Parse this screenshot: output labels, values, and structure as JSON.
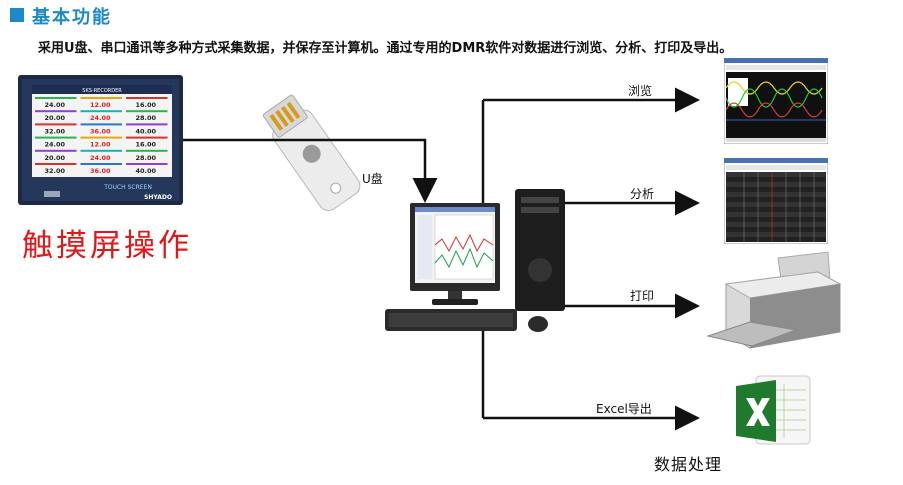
{
  "header": {
    "title": "基本功能",
    "subtitle": "采用U盘、串口通讯等多种方式采集数据，并保存至计算机。通过专用的DMR软件对数据进行浏览、分析、打印及导出。"
  },
  "recorder": {
    "label": "触摸屏操作",
    "screen_title": "SKS-RECORDER",
    "brand": "SHYADO",
    "touch_text": "TOUCH SCREEN",
    "readings": [
      "24.00",
      "12.00",
      "16.00",
      "20.00",
      "24.00",
      "28.00",
      "32.00",
      "36.00",
      "40.00",
      "24.00",
      "12.00",
      "16.00",
      "20.00",
      "24.00",
      "28.00",
      "32.00",
      "36.00",
      "40.00"
    ]
  },
  "flow": {
    "usb_label": "U盘",
    "browse_label": "浏览",
    "analyze_label": "分析",
    "print_label": "打印",
    "export_label": "Excel导出"
  },
  "footer": {
    "caption": "数据处理"
  },
  "colors": {
    "accent": "#1e88c9",
    "highlight_red": "#e01818",
    "arrow": "#111111"
  }
}
